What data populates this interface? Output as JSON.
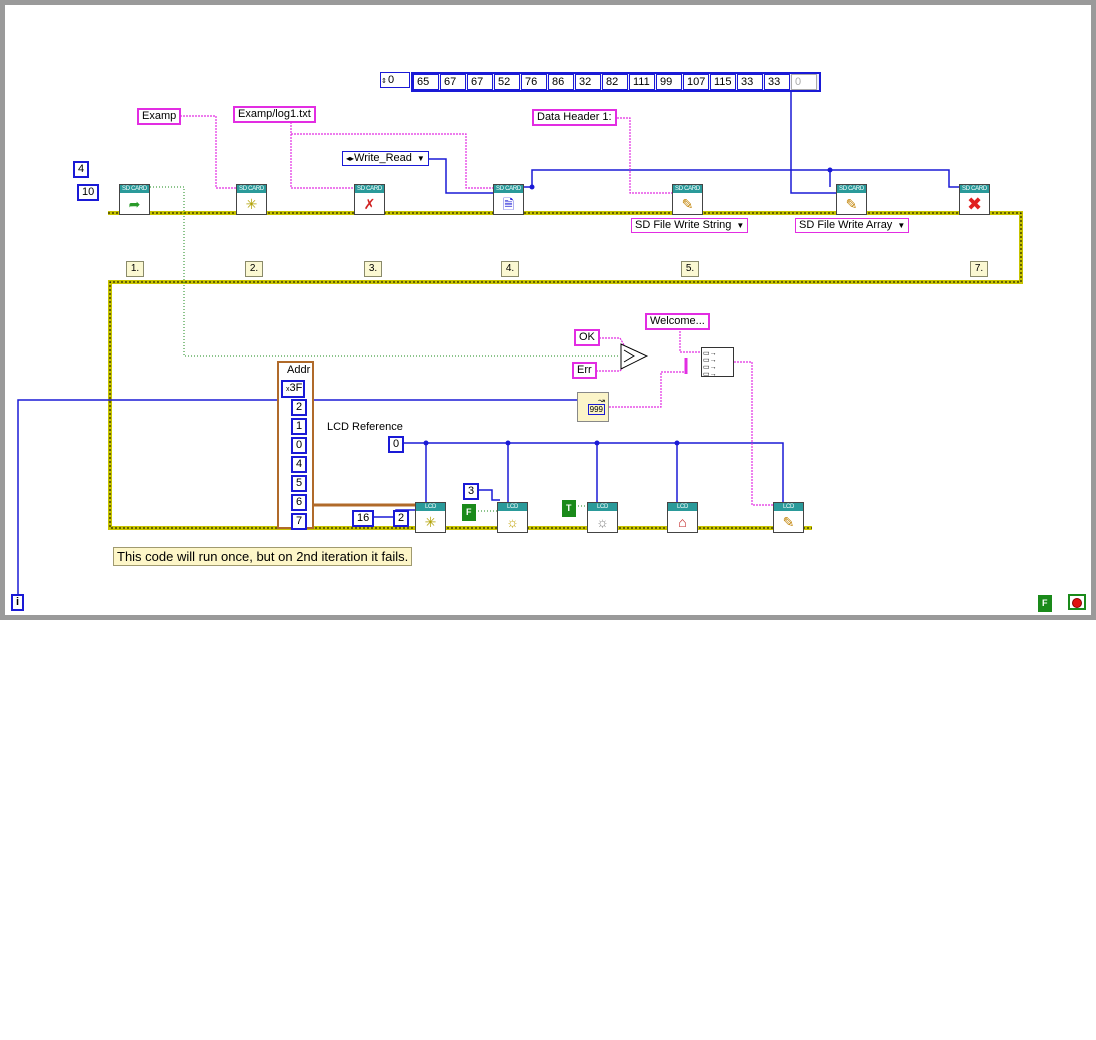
{
  "array_constant": {
    "index": "0",
    "values": [
      "65",
      "67",
      "67",
      "52",
      "76",
      "86",
      "32",
      "82",
      "111",
      "99",
      "107",
      "115",
      "33",
      "33",
      "0"
    ]
  },
  "constants": {
    "four": "4",
    "ten": "10",
    "examp": "Examp",
    "file_path": "Examp/log1.txt",
    "mode": "Write_Read",
    "header": "Data Header 1:",
    "ok": "OK",
    "err": "Err",
    "welcome": "Welcome...",
    "zero": "0",
    "three": "3",
    "sixteen": "16",
    "two": "2",
    "false_flag": "F",
    "true_flag": "T",
    "stop_false": "F",
    "iteration": "i"
  },
  "rings": {
    "write_string": "SD File Write String",
    "write_array": "SD File Write Array"
  },
  "sequence_frames": [
    "1.",
    "2.",
    "3.",
    "4.",
    "5.",
    "7."
  ],
  "addr_cluster": {
    "title": "Addr",
    "hex_value": "3F",
    "items": [
      "2",
      "1",
      "0",
      "4",
      "5",
      "6",
      "7"
    ]
  },
  "labels": {
    "lcd_reference": "LCD Reference",
    "comment": "This code will run once, but on 2nd iteration it fails."
  },
  "node_headers": {
    "sd": "SD CARD",
    "lcd": "LCD"
  },
  "colors": {
    "numeric_wire": "#1a1ad6",
    "string_wire": "#e22de2",
    "sequence_frame": "#c8c400",
    "loop_border": "#9a9a9a",
    "node_header": "#2a9a9a"
  }
}
